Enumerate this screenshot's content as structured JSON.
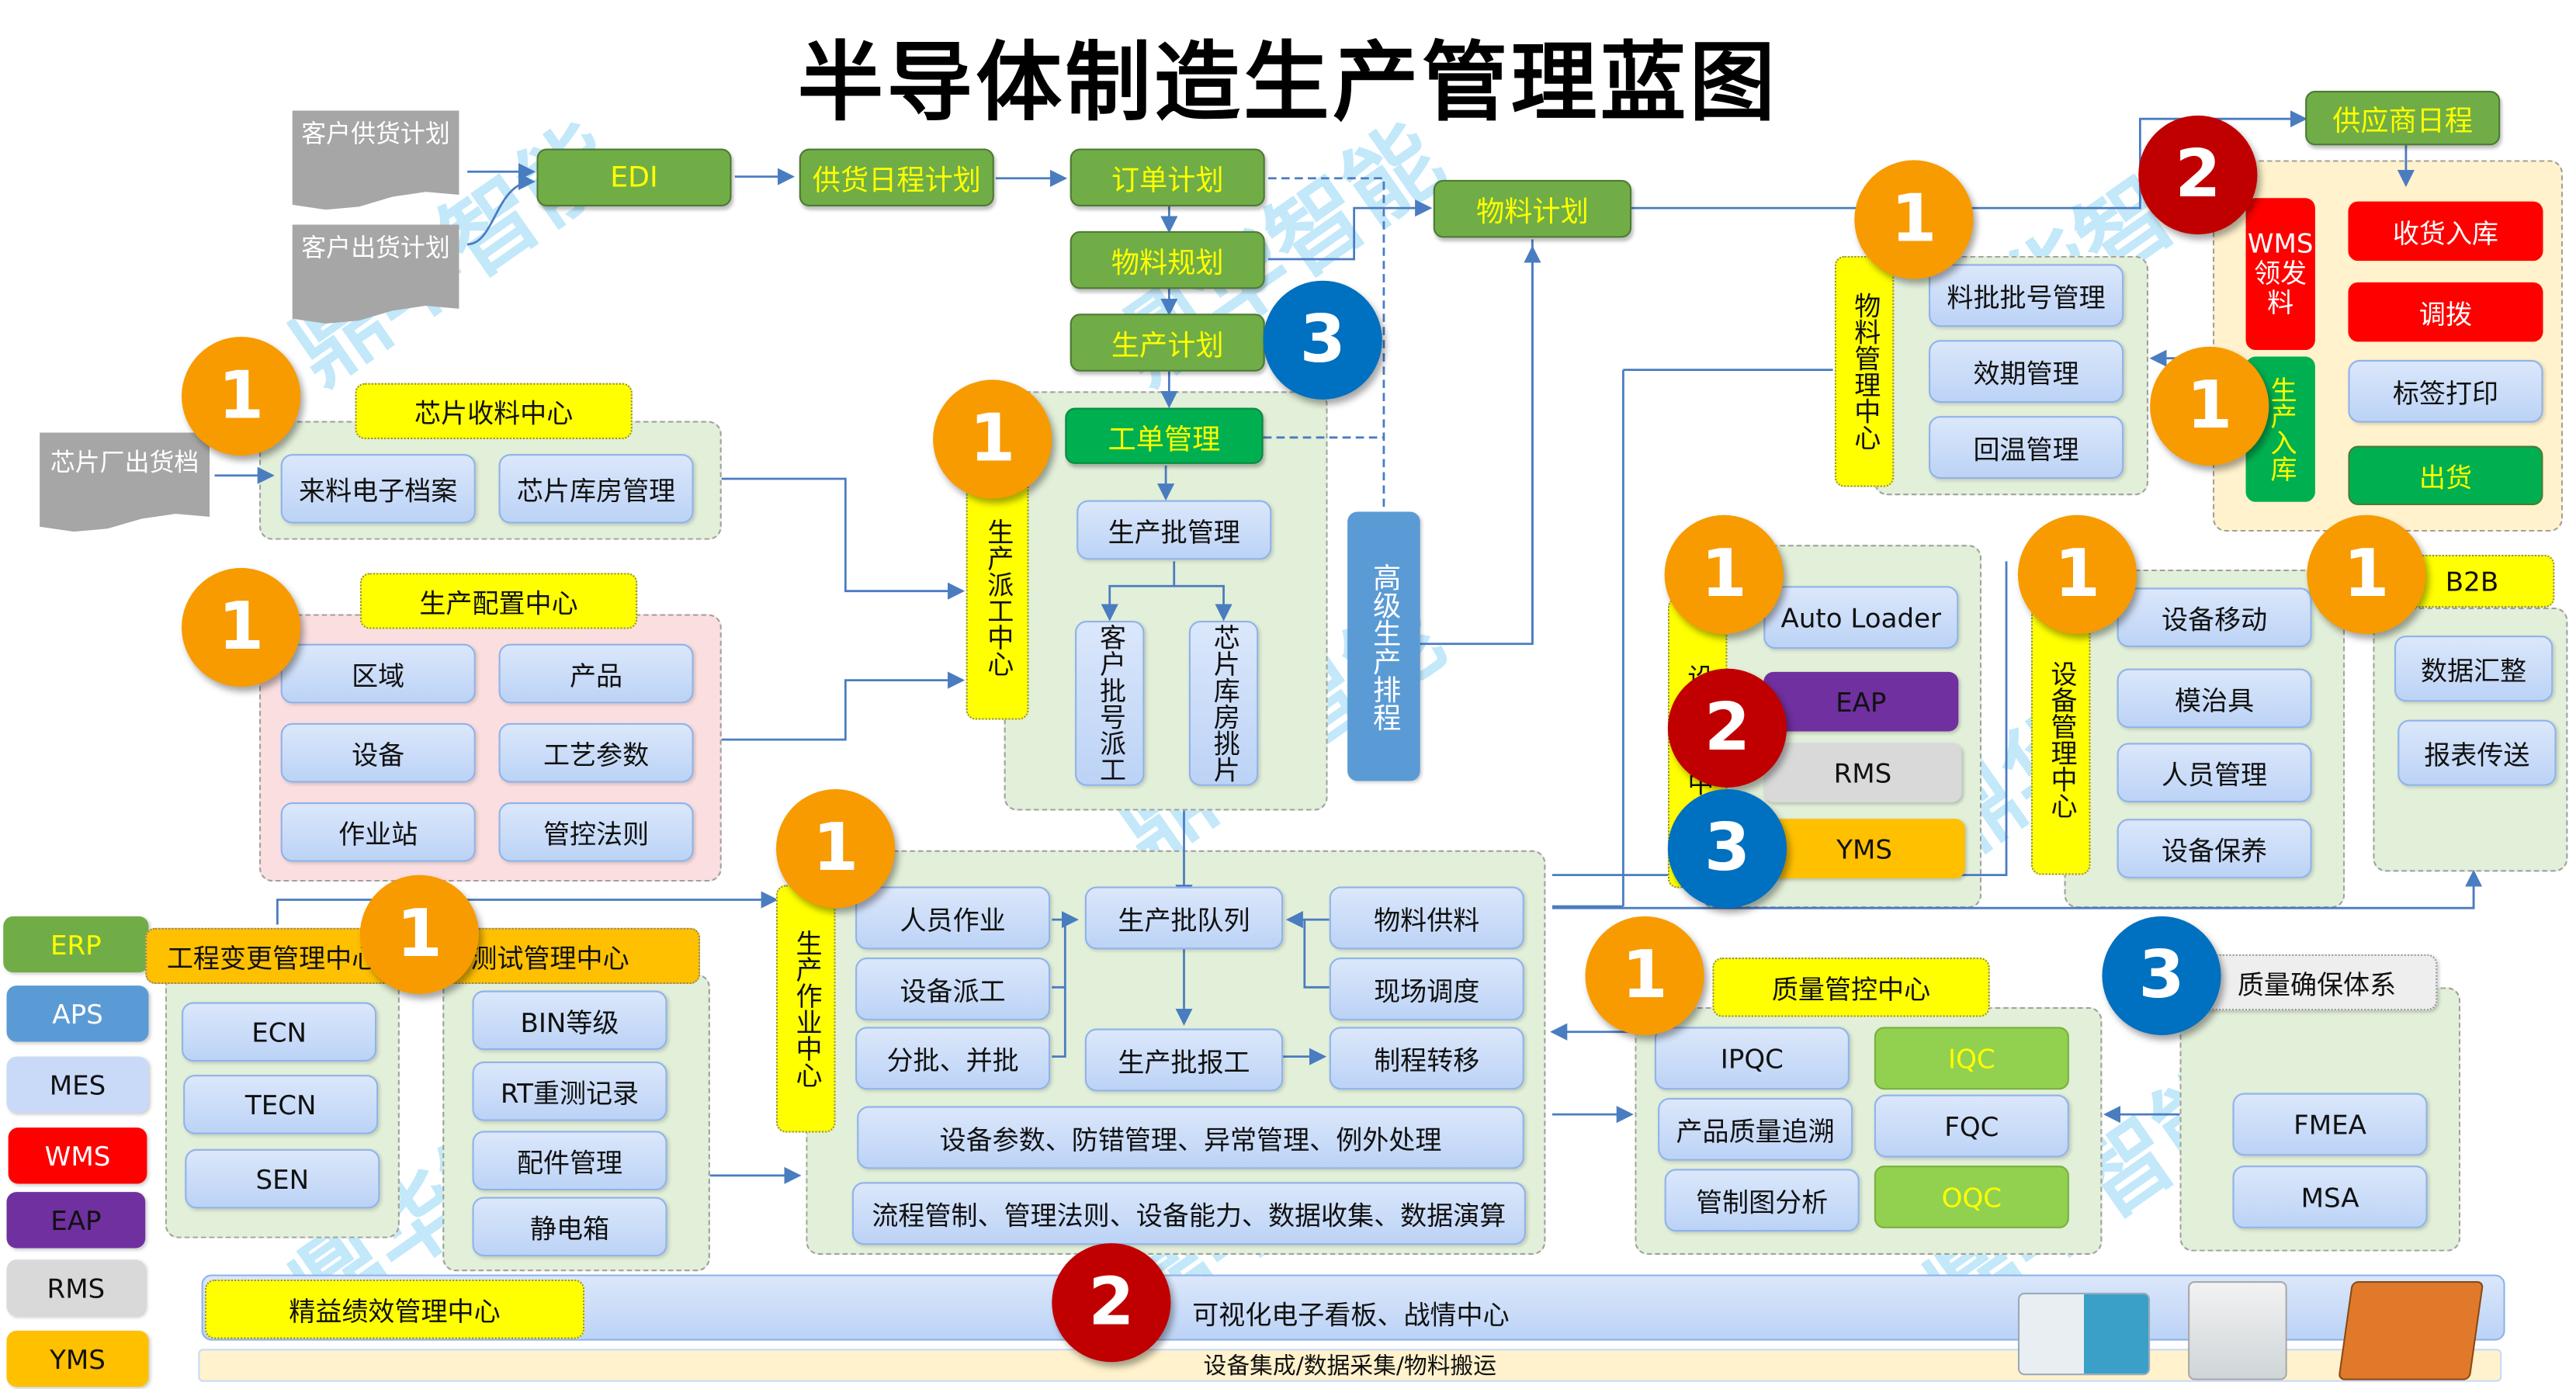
{
  "title": "半导体制造生产管理蓝图",
  "watermark": "鼎华智能",
  "customer_docs": [
    "客户供货计划",
    "客户出货计划"
  ],
  "chip_factory_doc": "芯片厂出货档",
  "planning_flow": {
    "edi": "EDI",
    "supply_schedule": "供货日程计划",
    "order_plan": "订单计划",
    "material_planning": "物料规划",
    "production_plan": "生产计划",
    "material_plan": "物料计划"
  },
  "chip_receiving_center": {
    "label": "芯片收料中心",
    "items": [
      "来料电子档案",
      "芯片库房管理"
    ]
  },
  "production_config_center": {
    "label": "生产配置中心",
    "items": [
      "区域",
      "产品",
      "设备",
      "工艺参数",
      "作业站",
      "管控法则"
    ]
  },
  "dispatch_center": {
    "label": "生产派工中心",
    "work_order": "工单管理",
    "lot_management": "生产批管理",
    "customer_lot_dispatch": "客户批号派工",
    "chip_warehouse_pick": "芯片库房挑片"
  },
  "advanced_scheduling": "高级生产排程",
  "material_center": {
    "label": "物料管理中心",
    "items": [
      "料批批号管理",
      "效期管理",
      "回温管理"
    ]
  },
  "supplier_schedule": "供应商日程",
  "wms_area": {
    "wms_issue": "WMS领发料",
    "production_receipt": "生产入库",
    "items": [
      "收货入库",
      "调拨",
      "标签打印",
      "出货"
    ]
  },
  "equipment_integration": {
    "label": "设备集成中心",
    "items": [
      "Auto Loader",
      "EAP",
      "RMS",
      "YMS"
    ]
  },
  "equipment_center": {
    "label": "设备管理中心",
    "items": [
      "设备移动",
      "模治具",
      "人员管理",
      "设备保养"
    ]
  },
  "b2b": {
    "label": "B2B",
    "items": [
      "数据汇整",
      "报表传送"
    ]
  },
  "engineering_change_center": {
    "label": "工程变更管理中心",
    "items": [
      "ECN",
      "TECN",
      "SEN"
    ]
  },
  "test_center": {
    "label": "测试管理中心",
    "items": [
      "BIN等级",
      "RT重测记录",
      "配件管理",
      "静电箱"
    ]
  },
  "operation_center": {
    "label": "生产作业中心",
    "left_items": [
      "人员作业",
      "设备派工",
      "分批、并批"
    ],
    "lot_queue": "生产批队列",
    "lot_report": "生产批报工",
    "right_items": [
      "物料供料",
      "现场调度",
      "制程转移"
    ],
    "row1": "设备参数、防错管理、异常管理、例外处理",
    "row2": "流程管制、管理法则、设备能力、数据收集、数据演算"
  },
  "quality_control_center": {
    "label": "质量管控中心",
    "items": [
      "IPQC",
      "IQC",
      "产品质量追溯",
      "FQC",
      "管制图分析",
      "OQC"
    ]
  },
  "quality_assurance": {
    "label": "质量确保体系",
    "items": [
      "FMEA",
      "MSA"
    ]
  },
  "bottom": {
    "lean_center": "精益绩效管理中心",
    "dashboard": "可视化电子看板、战情中心",
    "integration": "设备集成/数据采集/物料搬运"
  },
  "legend": [
    {
      "label": "ERP",
      "color": "#70ad47",
      "text": "#ffff00"
    },
    {
      "label": "APS",
      "color": "#5b9bd5",
      "text": "#ffffff"
    },
    {
      "label": "MES",
      "color": "#c9daf8",
      "text": "#111111"
    },
    {
      "label": "WMS",
      "color": "#ff0000",
      "text": "#ffffff"
    },
    {
      "label": "EAP",
      "color": "#7030a0",
      "text": "#111111"
    },
    {
      "label": "RMS",
      "color": "#d9d9d9",
      "text": "#111111"
    },
    {
      "label": "YMS",
      "color": "#ffc000",
      "text": "#111111"
    }
  ],
  "phase_badges": {
    "one": "1",
    "two": "2",
    "three": "3"
  }
}
